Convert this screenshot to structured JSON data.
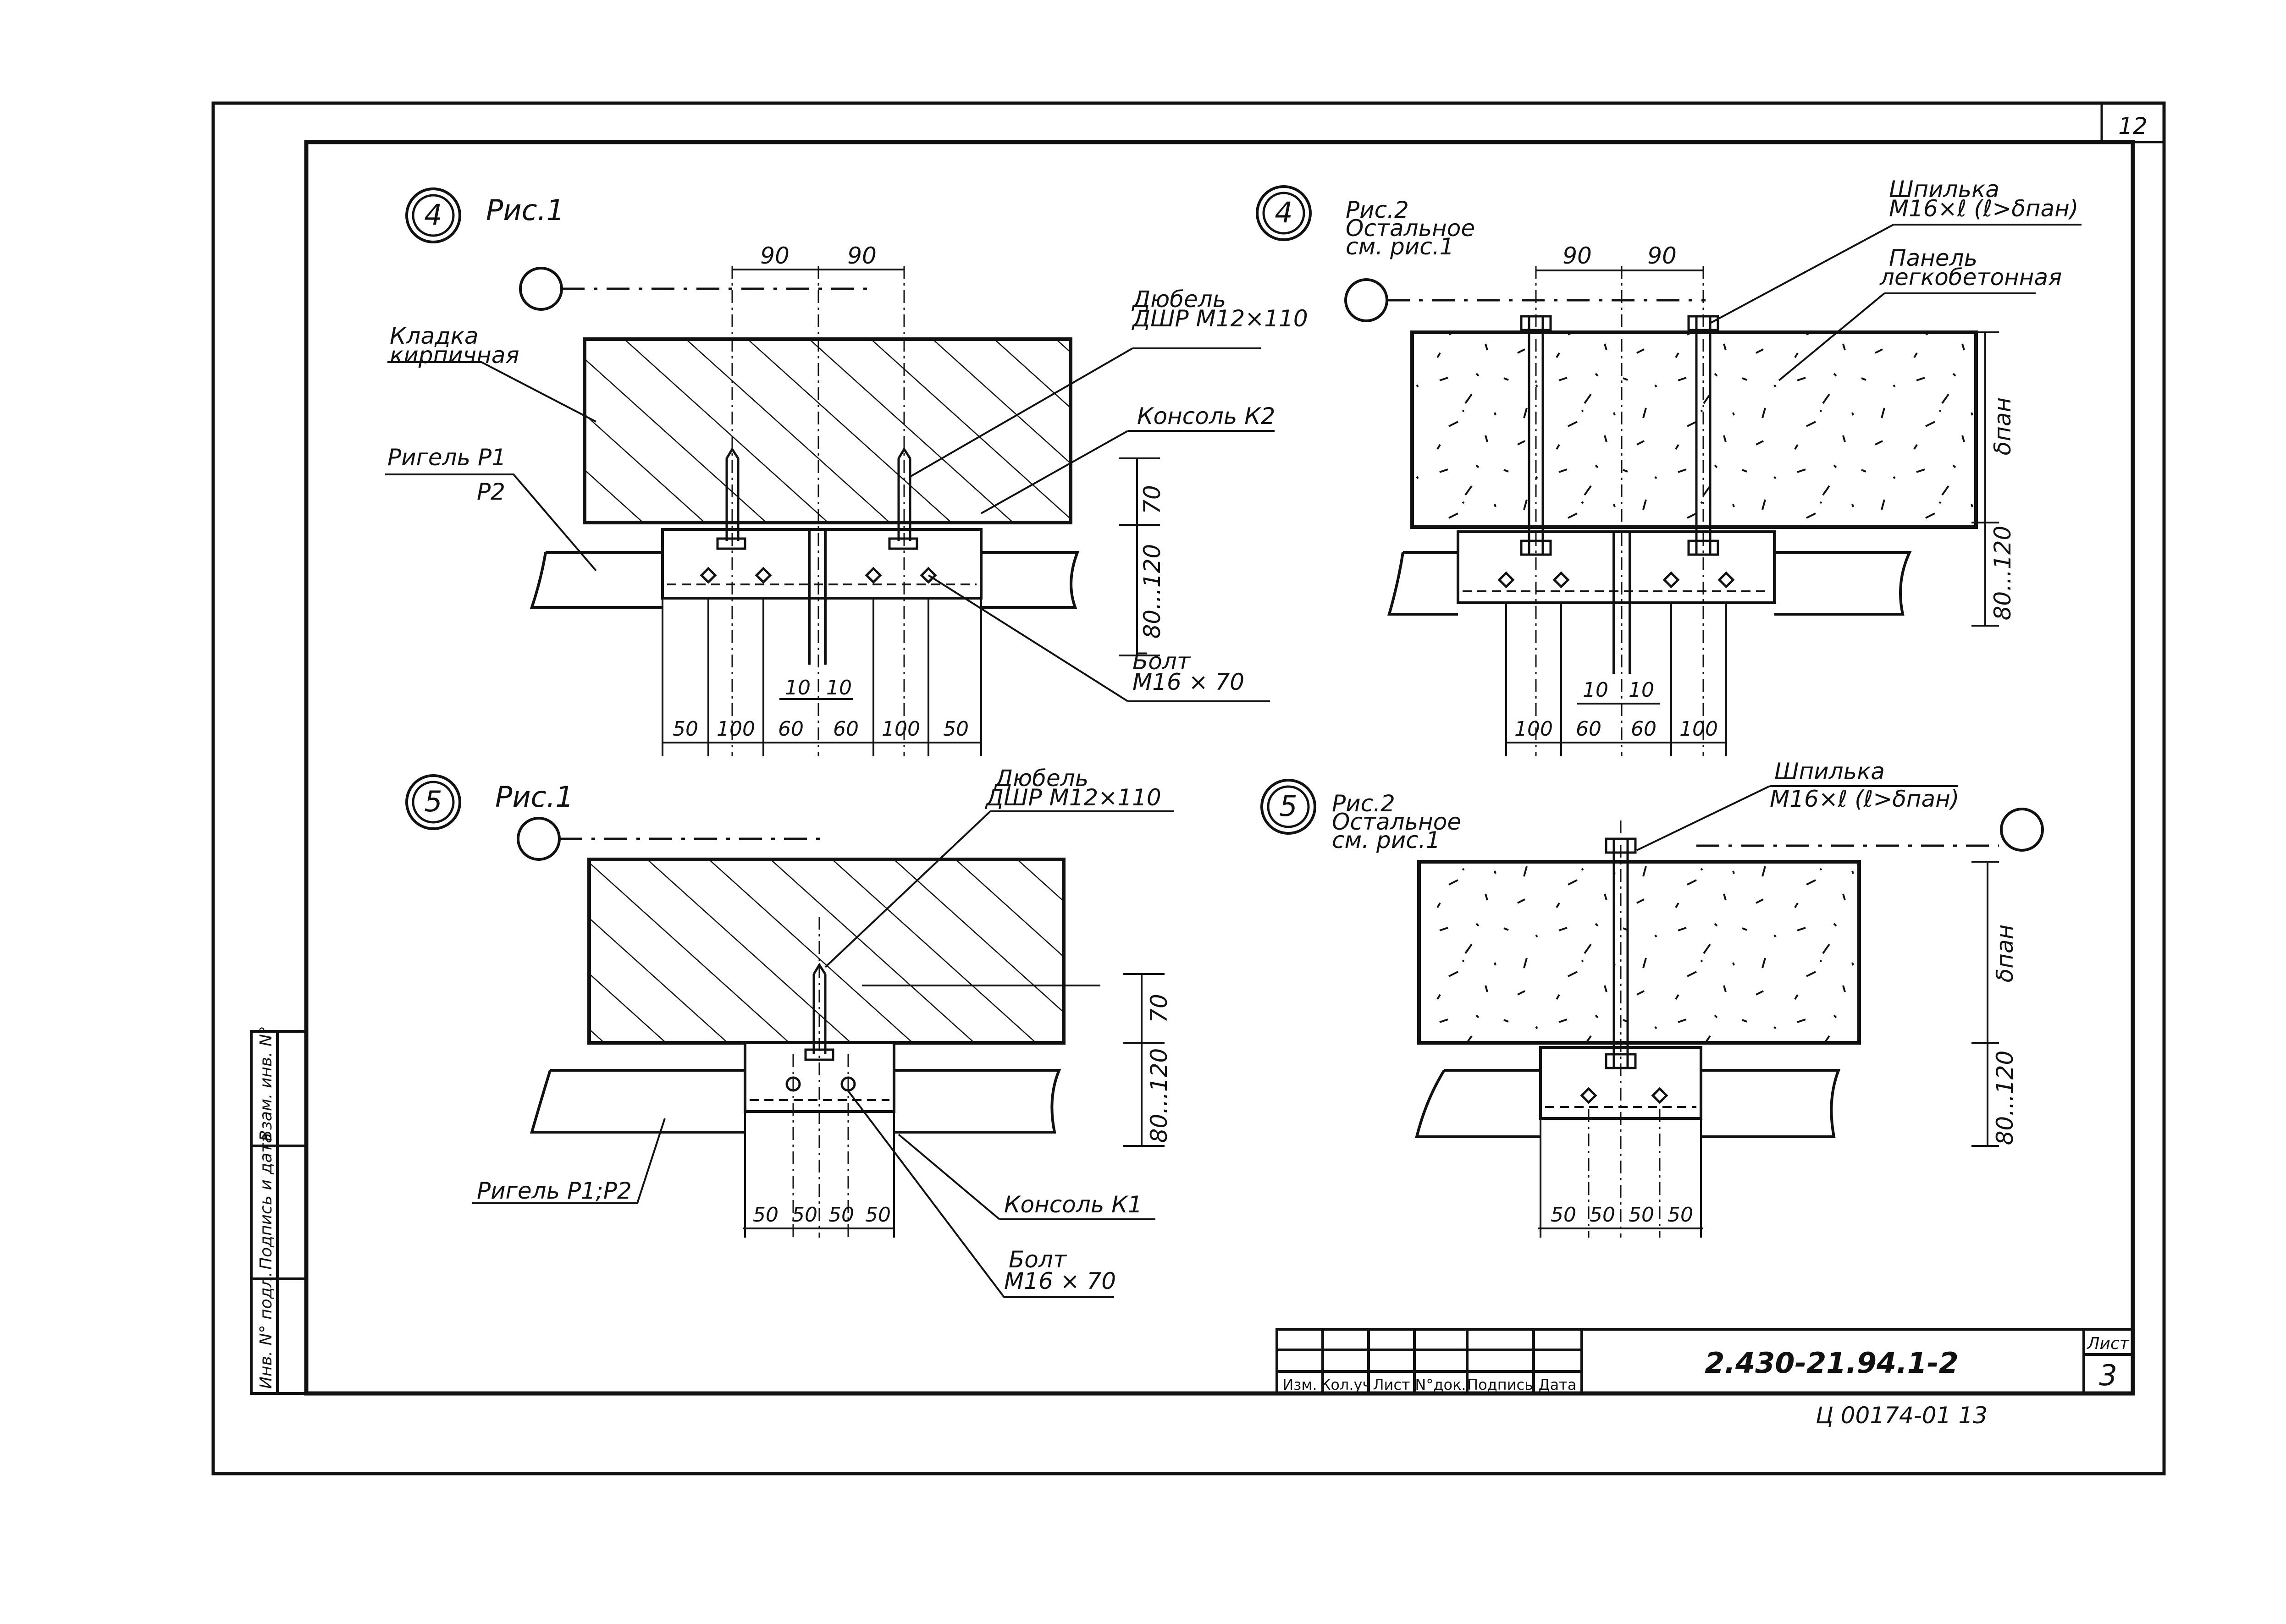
{
  "sheet": {
    "page_corner": "12",
    "sheet_label": "Лист",
    "sheet_no": "3",
    "code": "2.430-21.94.1-2",
    "archive": "Ц 00174-01  13"
  },
  "title_block": {
    "headers": [
      "Изм.",
      "Кол.уч",
      "Лист",
      "N°док.",
      "Подпись",
      "Дата"
    ]
  },
  "side_stamp": [
    "Инв. N° подл.",
    "Подпись и дата",
    "Взам. инв. N°"
  ],
  "details": [
    {
      "num": "4",
      "fig": "Рис.1",
      "labels": {
        "masonry": [
          "Кладка",
          "кирпичная"
        ],
        "dowel": [
          "Дюбель",
          "ДШР М12×110"
        ],
        "console": "Консоль К2",
        "beam": [
          "Ригель Р1",
          "Р2"
        ],
        "bolt": [
          "Болт",
          "М16 × 70"
        ]
      },
      "dims_top": [
        "90",
        "90"
      ],
      "dims_right": [
        "70",
        "80...120"
      ],
      "dims_mid": [
        "10",
        "10"
      ],
      "dims_bottom": [
        "50",
        "100",
        "60",
        "60",
        "100",
        "50"
      ]
    },
    {
      "num": "4",
      "fig": [
        "Рис.2",
        "Остальное",
        "см. рис.1"
      ],
      "labels": {
        "stud": [
          "Шпилька",
          "М16×ℓ (ℓ>δпан)"
        ],
        "panel": [
          "Панель",
          "легкобетонная"
        ]
      },
      "dims_top": [
        "90",
        "90"
      ],
      "dims_right": [
        "δпан",
        "80...120"
      ],
      "dims_mid": [
        "10",
        "10"
      ],
      "dims_bottom": [
        "100",
        "60",
        "60",
        "100"
      ]
    },
    {
      "num": "5",
      "fig": "Рис.1",
      "labels": {
        "dowel": [
          "Дюбель",
          "ДШР М12×110"
        ],
        "beam": "Ригель Р1;Р2",
        "console": "Консоль К1",
        "bolt": [
          "Болт",
          "М16 × 70"
        ]
      },
      "dims_right": [
        "70",
        "80...120"
      ],
      "dims_bottom": [
        "50",
        "50",
        "50",
        "50"
      ]
    },
    {
      "num": "5",
      "fig": [
        "Рис.2",
        "Остальное",
        "см. рис.1"
      ],
      "labels": {
        "stud": [
          "Шпилька",
          "М16×ℓ (ℓ>δпан)"
        ]
      },
      "dims_right": [
        "δпан",
        "80...120"
      ],
      "dims_bottom": [
        "50",
        "50",
        "50",
        "50"
      ]
    }
  ]
}
